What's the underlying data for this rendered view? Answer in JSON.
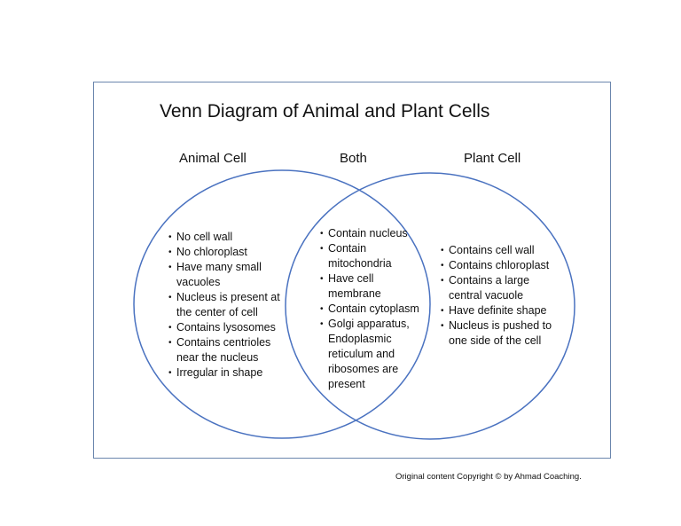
{
  "title": "Venn Diagram of Animal and Plant Cells",
  "sets": {
    "animal": {
      "label": "Animal Cell",
      "items": [
        "No cell wall",
        "No chloroplast",
        "Have many small vacuoles",
        "Nucleus is present at the center of cell",
        "Contains lysosomes",
        "Contains centrioles near the nucleus",
        "Irregular in shape"
      ]
    },
    "both": {
      "label": "Both",
      "items": [
        "Contain nucleus",
        "Contain mitochondria",
        "Have cell membrane",
        "Contain cytoplasm",
        "Golgi apparatus, Endoplasmic reticulum and ribosomes are present"
      ]
    },
    "plant": {
      "label": "Plant Cell",
      "items": [
        "Contains cell wall",
        "Contains chloroplast",
        "Contains a large central vacuole",
        "Have definite shape",
        "Nucleus is pushed to one side of the cell"
      ]
    }
  },
  "copyright": "Original content Copyright © by Ahmad Coaching.",
  "colors": {
    "circle": "#4a72c0",
    "frame": "#6b86ad"
  }
}
